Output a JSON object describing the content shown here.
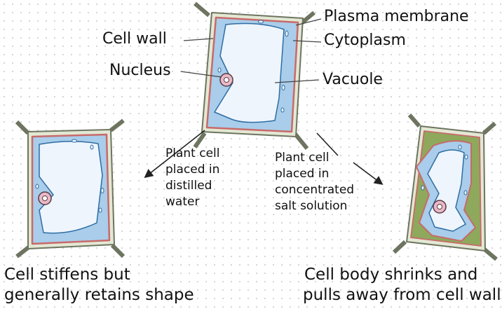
{
  "labels": {
    "plasma_membrane": "Plasma membrane",
    "cytoplasm": "Cytoplasm",
    "cell_wall": "Cell wall",
    "nucleus": "Nucleus",
    "vacuole": "Vacuole"
  },
  "left_arrow_text": [
    "Plant cell",
    "placed in",
    "distilled",
    "water"
  ],
  "right_arrow_text": [
    "Plant cell",
    "placed in",
    "concentrated",
    "salt solution"
  ],
  "left_caption": [
    "Cell stiffens but",
    "generally retains shape"
  ],
  "right_caption": [
    "Cell body shrinks and",
    "pulls away from cell wall"
  ],
  "colors": {
    "cell_wall": "#e3e8d4",
    "cell_wall_outline": "#6d7560",
    "plasma_membrane": "#c86a6a",
    "cytoplasm": "#a9cdea",
    "vacuole": "#eef5fd",
    "shrunk_space": "#8ea85c",
    "nucleus": "#e9b9c6"
  }
}
